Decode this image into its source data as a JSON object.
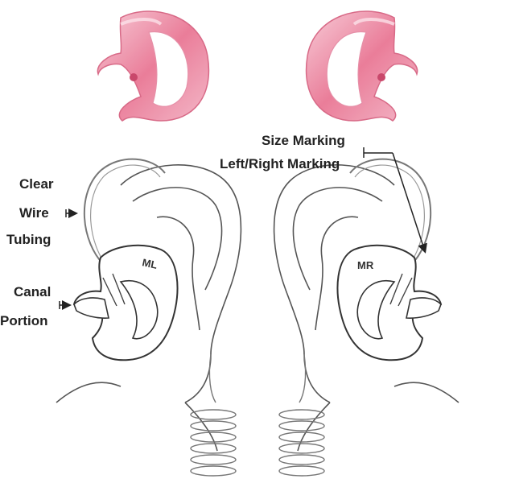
{
  "labels": {
    "clear": "Clear",
    "wire": "Wire",
    "tubing": "Tubing",
    "canal": "Canal",
    "portion": "Portion",
    "size_marking": "Size Marking",
    "left_right_marking": "Left/Right Marking",
    "left_mark": "ML",
    "right_mark": "MR"
  },
  "colors": {
    "earmold_pink": "#e8708f",
    "earmold_light": "#f6c3d0",
    "line": "#333333",
    "ear_outline": "#555555"
  }
}
